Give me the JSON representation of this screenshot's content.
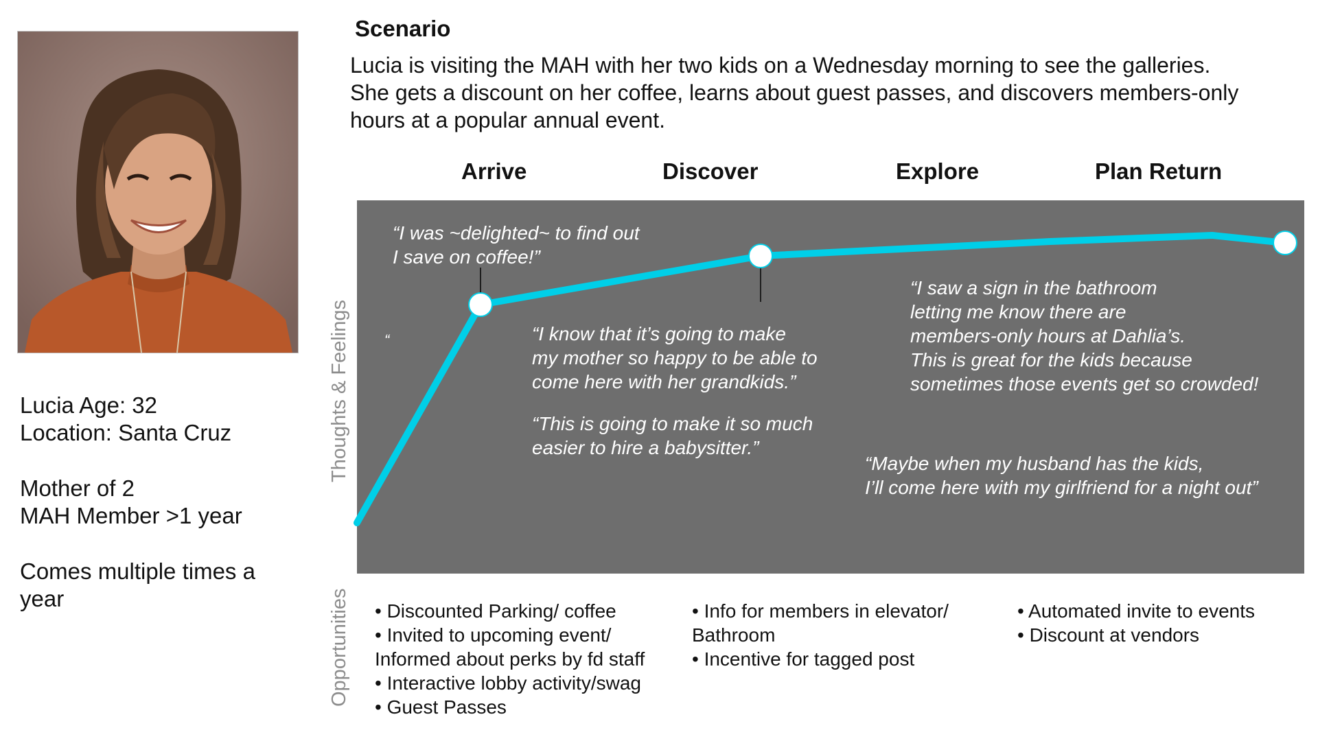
{
  "persona": {
    "lines": [
      "Lucia Age: 32",
      "Location: Santa Cruz",
      "Mother of 2",
      "MAH Member >1 year",
      "Comes multiple times a",
      "year"
    ]
  },
  "scenario": {
    "title": "Scenario",
    "lines": [
      "Lucia is visiting the MAH with her two kids on a Wednesday morning to see the galleries.",
      "She gets a discount on her coffee, learns about guest passes, and discovers members-only",
      "hours at a popular annual event."
    ]
  },
  "stages": [
    "Arrive",
    "Discover",
    "Explore",
    "Plan Return"
  ],
  "labels": {
    "thoughts": "Thoughts & Feelings",
    "opportunities": "Opportunities"
  },
  "quotes": {
    "coffee": [
      "“I was ~delighted~ to find out",
      "I save on coffee!”"
    ],
    "stray": "“",
    "mother": [
      "“I know that it’s going to make",
      " my mother so happy to be able to",
      "come here with her grandkids.”"
    ],
    "babysitter": [
      "“This is going to make it so much",
      "easier to hire a babysitter.”"
    ],
    "sign": [
      "“I saw a sign in the bathroom",
      "letting me know there are",
      "members-only hours at Dahlia’s.",
      "This is great for the kids because",
      "sometimes those events get so crowded!"
    ],
    "husband": [
      "“Maybe when my husband has the kids,",
      "I’ll come here with my girlfriend for a night out”"
    ]
  },
  "opportunities": {
    "arrive": [
      "• Discounted Parking/ coffee",
      "• Invited to upcoming event/",
      "Informed about perks by fd staff",
      "• Interactive lobby activity/swag",
      "• Guest Passes"
    ],
    "discover": [
      "• Info for members in elevator/",
      "Bathroom",
      "• Incentive for tagged post"
    ],
    "plan_return": [
      "• Automated invite to events",
      "• Discount at vendors"
    ]
  },
  "colors": {
    "panel": "#6e6e6e",
    "line": "#00cfe8",
    "marker": "#ffffff",
    "label_gray": "#8c8c8c"
  }
}
